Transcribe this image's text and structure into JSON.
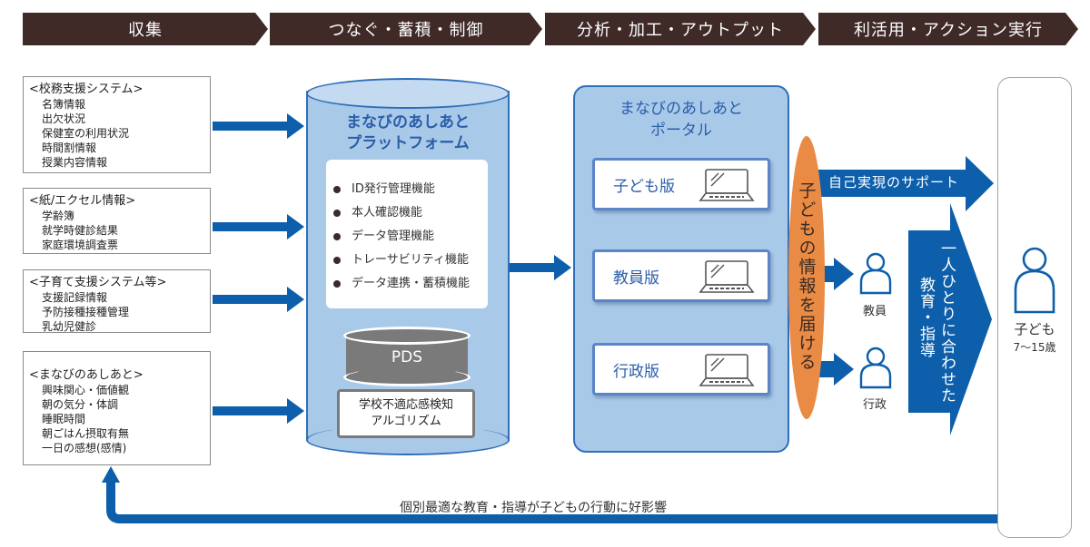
{
  "stages": [
    {
      "label": "収集"
    },
    {
      "label": "つなぐ・蓄積・制御"
    },
    {
      "label": "分析・加工・アウトプット"
    },
    {
      "label": "利活用・アクション実行"
    }
  ],
  "sources": [
    {
      "title": "<校務支援システム>",
      "items": [
        "名簿情報",
        "出欠状況",
        "保健室の利用状況",
        "時間割情報",
        "授業内容情報"
      ]
    },
    {
      "title": "<紙/エクセル情報>",
      "items": [
        "学齢簿",
        "就学時健診結果",
        "家庭環境調査票"
      ]
    },
    {
      "title": "<子育て支援システム等>",
      "items": [
        "支援記録情報",
        "予防接種接種管理",
        "乳幼児健診"
      ]
    },
    {
      "title": "<まなびのあしあと>",
      "items": [
        "興味関心・価値観",
        "朝の気分・体調",
        "睡眠時間",
        "朝ごはん摂取有無",
        "一日の感想(感情)"
      ]
    }
  ],
  "platform": {
    "title_line1": "まなびのあしあと",
    "title_line2": "プラットフォーム",
    "functions": [
      "ID発行管理機能",
      "本人確認機能",
      "データ管理機能",
      "トレーサビリティ機能",
      "データ連携・蓄積機能"
    ],
    "pds_label": "PDS",
    "algorithm_line1": "学校不適応感検知",
    "algorithm_line2": "アルゴリズム"
  },
  "portal": {
    "title_line1": "まなびのあしあと",
    "title_line2": "ポータル",
    "versions": [
      "子ども版",
      "教員版",
      "行政版"
    ]
  },
  "deliver_label": "子どもの情報を届ける",
  "self_realization_label": "自己実現のサポート",
  "personalized_label_line1": "一人ひとりに合わせた",
  "personalized_label_line2": "教育・指導",
  "recipients": [
    {
      "label": "教員",
      "icon": "person-icon"
    },
    {
      "label": "行政",
      "icon": "person-icon"
    }
  ],
  "child": {
    "label": "子ども",
    "age": "7〜15歳"
  },
  "feedback_label": "個別最適な教育・指導が子どもの行動に好影響",
  "colors": {
    "stage_bg": "#3f2a27",
    "arrow_blue": "#0d5fab",
    "platform_fill": "#a9c9e9",
    "deliver_orange": "#e98a45",
    "pds_gray": "#7a7a7a"
  }
}
